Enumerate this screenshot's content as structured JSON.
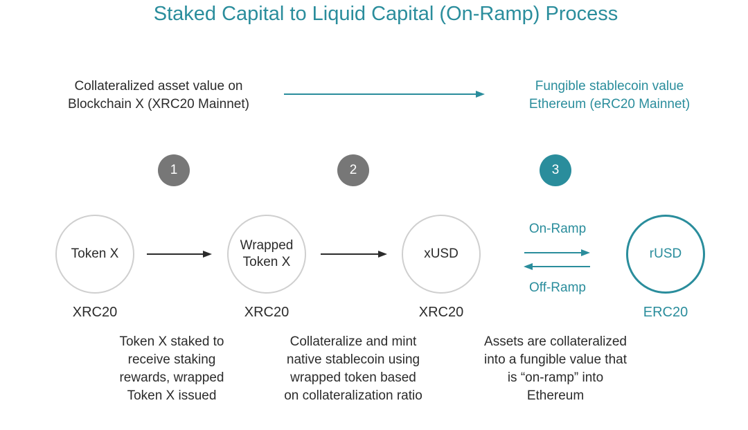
{
  "title": "Staked Capital to Liquid Capital (On-Ramp) Process",
  "header": {
    "source_line1": "Collateralized asset value on",
    "source_line2": "Blockchain X (XRC20 Mainnet)",
    "target_line1": "Fungible stablecoin value",
    "target_line2": "Ethereum (eRC20 Mainnet)"
  },
  "steps": [
    {
      "number": "1",
      "color": "#777777"
    },
    {
      "number": "2",
      "color": "#777777"
    },
    {
      "number": "3",
      "color": "#2a8d9c"
    }
  ],
  "nodes": [
    {
      "line1": "Token X",
      "line2": "",
      "standard": "XRC20"
    },
    {
      "line1": "Wrapped",
      "line2": "Token X",
      "standard": "XRC20"
    },
    {
      "line1": "xUSD",
      "line2": "",
      "standard": "XRC20"
    },
    {
      "line1": "rUSD",
      "line2": "",
      "standard": "ERC20"
    }
  ],
  "ramp": {
    "on": "On-Ramp",
    "off": "Off-Ramp"
  },
  "descriptions": [
    [
      "Token X staked to",
      "receive staking",
      "rewards, wrapped",
      "Token X issued"
    ],
    [
      "Collateralize and mint",
      "native stablecoin using",
      "wrapped token based",
      "on collateralization ratio"
    ],
    [
      "Assets are collateralized",
      "into a fungible value that",
      "is “on-ramp” into",
      "Ethereum"
    ]
  ],
  "colors": {
    "accent": "#2a8d9c",
    "step_gray": "#777777",
    "circle_border": "#cfcfcf"
  }
}
